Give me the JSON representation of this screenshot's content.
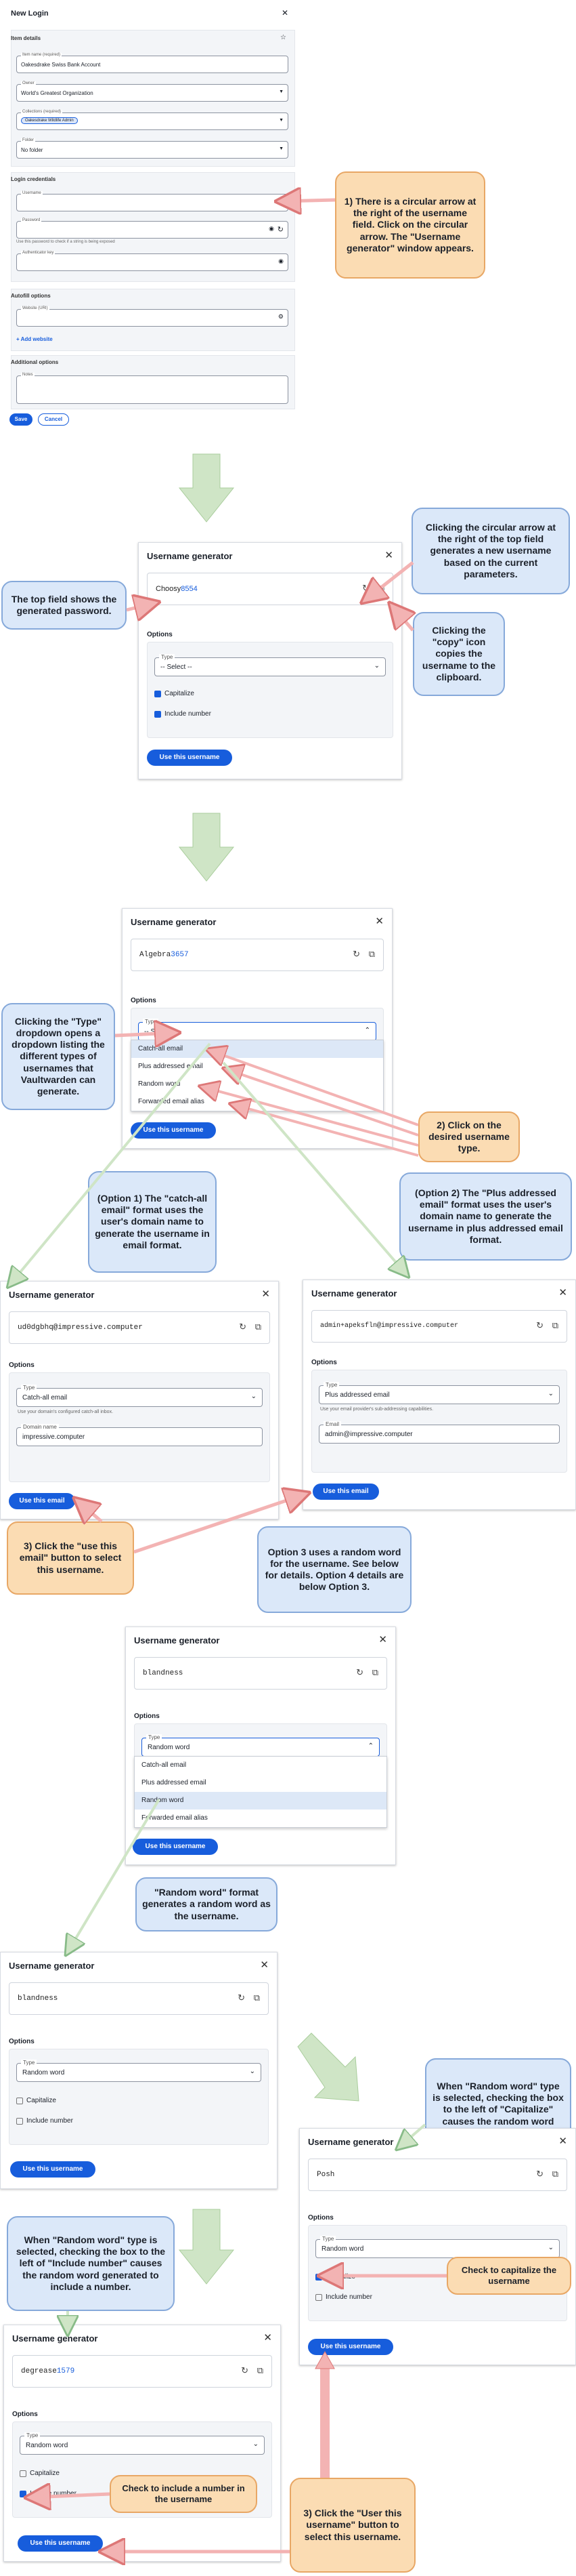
{
  "form": {
    "title": "New Login",
    "item_details_label": "Item details",
    "item_name_label": "Item name (required)",
    "item_name_value": "Oakesdrake Swiss Bank Account",
    "owner_label": "Owner",
    "owner_value": "World's Greatest Organization",
    "collections_label": "Collections (required)",
    "collection_chip": "Oakesdrake Wildlife Admin",
    "folder_label": "Folder",
    "folder_value": "No folder",
    "login_credentials_label": "Login credentials",
    "username_label": "Username",
    "password_label": "Password",
    "password_hint": "Use this password to check if a string is being exposed",
    "authenticator_label": "Authenticator key",
    "autofill_label": "Autofill options",
    "website_label": "Website (URI)",
    "add_website": "+ Add website",
    "additional_label": "Additional options",
    "notes_label": "Notes",
    "save": "Save",
    "cancel": "Cancel"
  },
  "generator": {
    "title": "Username generator",
    "options_label": "Options",
    "type_label": "Type",
    "select_placeholder": "-- Select --",
    "capitalize_label": "Capitalize",
    "include_number_label": "Include number",
    "use_username": "Use this username",
    "use_email": "Use this email",
    "catchall_hint": "Use your domain's configured catch-all inbox.",
    "plus_hint": "Use your email provider's sub-addressing capabilities.",
    "domain_label": "Domain name",
    "email_label": "Email",
    "types": [
      "Catch-all email",
      "Plus addressed email",
      "Random word",
      "Forwarded email alias"
    ]
  },
  "screens": {
    "s1": {
      "value": "Choosy",
      "num": "8554"
    },
    "s2": {
      "value": "Algebra",
      "num": "3657"
    },
    "s3": {
      "value": "ud0dgbhq@impressive.computer",
      "type": "Catch-all email",
      "domain": "impressive.computer"
    },
    "s4": {
      "value": "admin+apeksfln@impressive.computer",
      "type": "Plus addressed email",
      "email": "admin@impressive.computer"
    },
    "s5": {
      "value": "blandness",
      "type": "Random word"
    },
    "s6": {
      "value": "blandness",
      "type": "Random word"
    },
    "s7": {
      "value": "Posh",
      "type": "Random word"
    },
    "s8": {
      "value": "degrease",
      "num": "1579",
      "type": "Random word"
    }
  },
  "callouts": {
    "c1": "1) There is a circular arrow at the right of the username field.  Click on the circular arrow.  The \"Username generator\" window appears.",
    "c2": "Clicking the circular arrow at the right of the top field generates a new username based on the current parameters.",
    "c3": "The top field shows the generated password.",
    "c4": "Clicking the \"copy\" icon copies the username to the clipboard.",
    "c5": "Clicking the \"Type\" dropdown opens a dropdown listing the different types of usernames that Vaultwarden can generate.",
    "c6": "2) Click on the desired username type.",
    "c7": "(Option 1) The \"catch-all email\" format uses the user's domain name to generate the username in email format.",
    "c8": "(Option 2)  The \"Plus addressed email\" format uses the user's domain name to generate the username in plus addressed email format.",
    "c9": "3) Click the \"use this email\" button to select this username.",
    "c10": "Option 3 uses a random word for the username. See below for details. Option 4 details are below Option 3.",
    "c11": "\"Random word\" format generates a random word as the username.",
    "c12": "When \"Random word\" type is selected, checking the box to the left of \"Capitalize\" causes the random word generated to be capitalized.",
    "c13": "Check to capitalize the username",
    "c14": "When \"Random word\" type is selected, checking the box to the left of \"Include number\" causes the random word generated to include a number.",
    "c15": "Check to include a number in the username",
    "c16": "3) Click the \"User this username\" button to select this username."
  },
  "colors": {
    "accent": "#175ddc",
    "orange_callout": "#fbdcb3",
    "blue_callout": "#dbe8f9",
    "green_arrow": "#cfe5c6",
    "red_arrow": "#f3b3b3"
  }
}
